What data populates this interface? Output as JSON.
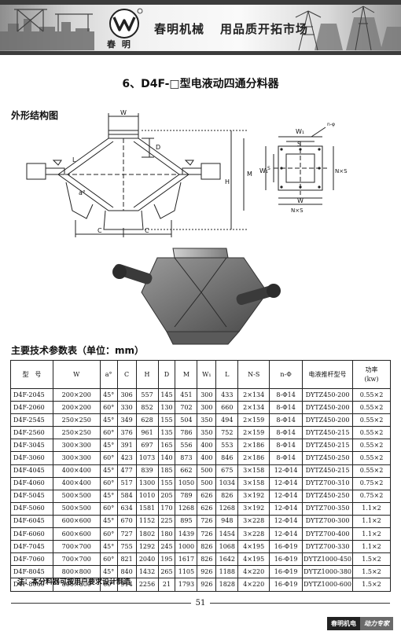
{
  "header": {
    "logo_text": "春 明",
    "slogan_left": "春明机械",
    "slogan_right": "用品质开拓市场"
  },
  "title": "6、D4F-□型电液动四通分料器",
  "section_outline": "外形结构图",
  "diagram_labels": {
    "w": "W",
    "d": "D",
    "h": "H",
    "m": "M",
    "l": "L",
    "c_left": "C",
    "c_right": "C",
    "alpha": "a°",
    "w1_top": "W₁",
    "s": "S",
    "nphi": "n-φ",
    "w1_side": "W₁",
    "s_side": "S",
    "nxs_side": "N×S",
    "w_bottom": "W",
    "nxs_bottom": "N×S"
  },
  "section_params": "主要技术参数表（单位：mm）",
  "table": {
    "headers": [
      "型　号",
      "W",
      "a°",
      "C",
      "H",
      "D",
      "M",
      "W₁",
      "L",
      "N-S",
      "n-Φ",
      "电液推杆型号",
      "功率\n(kw)"
    ],
    "rows": [
      [
        "D4F-2045",
        "200×200",
        "45°",
        "306",
        "557",
        "145",
        "451",
        "300",
        "433",
        "2×134",
        "8-Φ14",
        "DYTZ450-200",
        "0.55×2"
      ],
      [
        "D4F-2060",
        "200×200",
        "60°",
        "330",
        "852",
        "130",
        "702",
        "300",
        "660",
        "2×134",
        "8-Φ14",
        "DYTZ450-200",
        "0.55×2"
      ],
      [
        "D4F-2545",
        "250×250",
        "45°",
        "349",
        "628",
        "155",
        "504",
        "350",
        "494",
        "2×159",
        "8-Φ14",
        "DYTZ450-200",
        "0.55×2"
      ],
      [
        "D4F-2560",
        "250×250",
        "60°",
        "376",
        "961",
        "135",
        "786",
        "350",
        "752",
        "2×159",
        "8-Φ14",
        "DYTZ450-215",
        "0.55×2"
      ],
      [
        "D4F-3045",
        "300×300",
        "45°",
        "391",
        "697",
        "165",
        "556",
        "400",
        "553",
        "2×186",
        "8-Φ14",
        "DYTZ450-215",
        "0.55×2"
      ],
      [
        "D4F-3060",
        "300×300",
        "60°",
        "423",
        "1073",
        "140",
        "873",
        "400",
        "846",
        "2×186",
        "8-Φ14",
        "DYTZ450-250",
        "0.55×2"
      ],
      [
        "D4F-4045",
        "400×400",
        "45°",
        "477",
        "839",
        "185",
        "662",
        "500",
        "675",
        "3×158",
        "12-Φ14",
        "DYTZ450-215",
        "0.55×2"
      ],
      [
        "D4F-4060",
        "400×400",
        "60°",
        "517",
        "1300",
        "155",
        "1050",
        "500",
        "1034",
        "3×158",
        "12-Φ14",
        "DYTZ700-310",
        "0.75×2"
      ],
      [
        "D4F-5045",
        "500×500",
        "45°",
        "584",
        "1010",
        "205",
        "789",
        "626",
        "826",
        "3×192",
        "12-Φ14",
        "DYTZ450-250",
        "0.75×2"
      ],
      [
        "D4F-5060",
        "500×500",
        "60°",
        "634",
        "1581",
        "170",
        "1268",
        "626",
        "1268",
        "3×192",
        "12-Φ14",
        "DYTZ700-350",
        "1.1×2"
      ],
      [
        "D4F-6045",
        "600×600",
        "45°",
        "670",
        "1152",
        "225",
        "895",
        "726",
        "948",
        "3×228",
        "12-Φ14",
        "DYTZ700-300",
        "1.1×2"
      ],
      [
        "D4F-6060",
        "600×600",
        "60°",
        "727",
        "1802",
        "180",
        "1439",
        "726",
        "1454",
        "3×228",
        "12-Φ14",
        "DYTZ700-400",
        "1.1×2"
      ],
      [
        "D4F-7045",
        "700×700",
        "45°",
        "755",
        "1292",
        "245",
        "1000",
        "826",
        "1068",
        "4×195",
        "16-Φ19",
        "DYTZ700-330",
        "1.1×2"
      ],
      [
        "D4F-7060",
        "700×700",
        "60°",
        "821",
        "2040",
        "195",
        "1617",
        "826",
        "1642",
        "4×195",
        "16-Φ19",
        "DYTZ1000-450",
        "1.5×2"
      ],
      [
        "D4F-8045",
        "800×800",
        "45°",
        "840",
        "1432",
        "265",
        "1105",
        "926",
        "1188",
        "4×220",
        "16-Φ19",
        "DYTZ1000-380",
        "1.5×2"
      ],
      [
        "D4F-8060",
        "800×800",
        "60°",
        "914",
        "2256",
        "21",
        "1793",
        "926",
        "1828",
        "4×220",
        "16-Φ19",
        "DYTZ1000-600",
        "1.5×2"
      ]
    ]
  },
  "note": "注：本分料器可按用户要求设计制造",
  "page_number": "51",
  "footer": {
    "brand_left": "春明机电",
    "brand_right": "动力专家"
  }
}
